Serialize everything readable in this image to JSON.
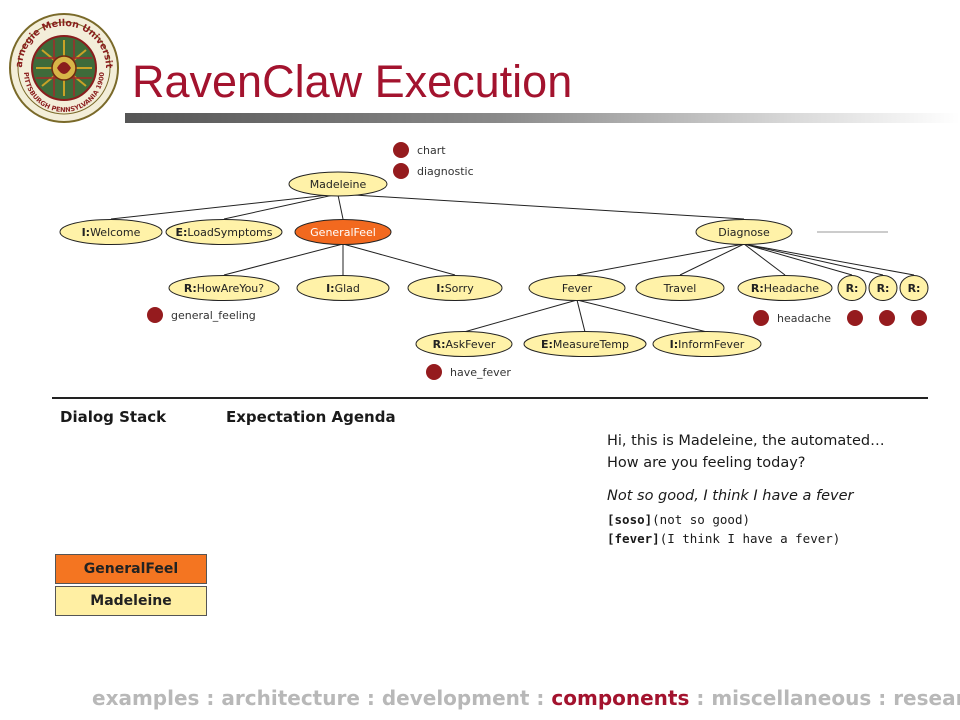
{
  "title": "RavenClaw Execution",
  "logo": {
    "top_text": "Carnegie Mellon University",
    "bottom_text": "PITTSBURGH PENNSYLVANIA 1900"
  },
  "tree": {
    "root": "Madeleine",
    "level1": [
      {
        "prefix": "I:",
        "name": "Welcome"
      },
      {
        "prefix": "E:",
        "name": "LoadSymptoms"
      },
      {
        "prefix": "",
        "name": "GeneralFeel",
        "active": true
      },
      {
        "prefix": "",
        "name": "Diagnose"
      }
    ],
    "generalfeel_children": [
      {
        "prefix": "R:",
        "name": "HowAreYou?"
      },
      {
        "prefix": "I:",
        "name": "Glad"
      },
      {
        "prefix": "I:",
        "name": "Sorry"
      }
    ],
    "diagnose_children": [
      {
        "prefix": "",
        "name": "Fever"
      },
      {
        "prefix": "",
        "name": "Travel"
      },
      {
        "prefix": "R:",
        "name": "Headache"
      },
      {
        "prefix": "R:",
        "name": ""
      },
      {
        "prefix": "R:",
        "name": ""
      },
      {
        "prefix": "R:",
        "name": ""
      }
    ],
    "fever_children": [
      {
        "prefix": "R:",
        "name": "AskFever"
      },
      {
        "prefix": "E:",
        "name": "MeasureTemp"
      },
      {
        "prefix": "I:",
        "name": "InformFever"
      }
    ],
    "concepts": {
      "root": [
        "chart",
        "diagnostic"
      ],
      "howareyou": "general_feeling",
      "askfever": "have_fever",
      "headache": "headache"
    }
  },
  "headers": {
    "stack": "Dialog Stack",
    "agenda": "Expectation Agenda"
  },
  "conversation": {
    "system_line1": "Hi, this is Madeleine, the automated…",
    "system_line2": "How are you feeling today?",
    "user": "Not so good, I think I have a fever",
    "parse1_slot": "[soso]",
    "parse1_text": "(not so good)",
    "parse2_slot": "[fever]",
    "parse2_text": "(I think I have a fever)"
  },
  "dialog_stack": [
    {
      "label": "GeneralFeel",
      "active": true
    },
    {
      "label": "Madeleine",
      "active": false
    }
  ],
  "footer": {
    "items": [
      "examples",
      "architecture",
      "development",
      "components",
      "miscellaneous",
      "research"
    ],
    "separator": " : ",
    "active": "components"
  },
  "colors": {
    "accent": "#a3132e",
    "node_fill": "#fff2a8",
    "active_node": "#f2691f",
    "stack_active": "#f47521",
    "stack_base": "#ffefa3",
    "concept_dot": "#951b1e"
  }
}
